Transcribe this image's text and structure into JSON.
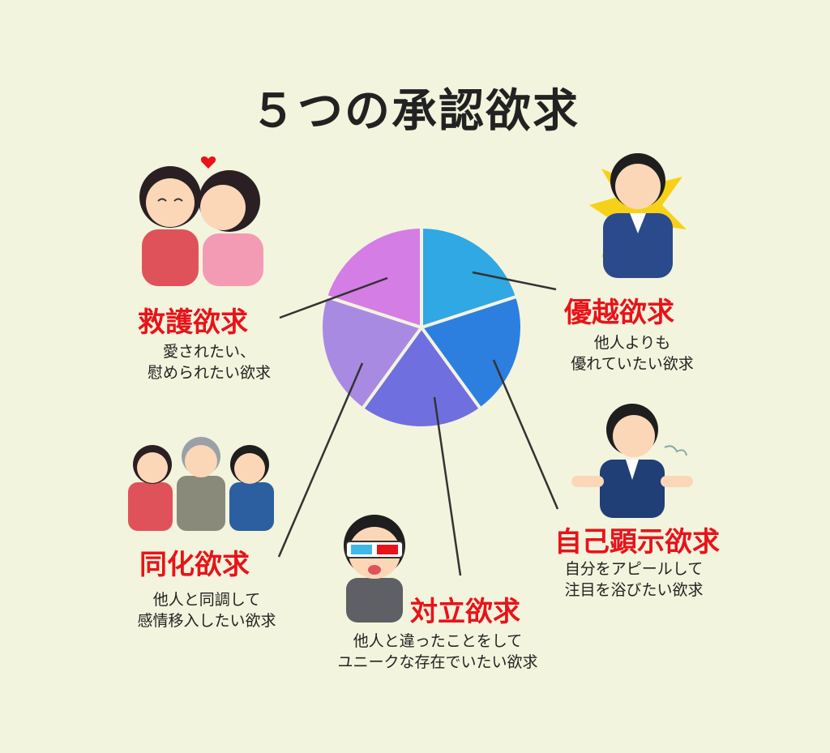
{
  "title": "５つの承認欲求",
  "items": [
    {
      "name": "救護欲求",
      "desc1": "愛されたい、",
      "desc2": "慰められたい欲求"
    },
    {
      "name": "優越欲求",
      "desc1": "他人よりも",
      "desc2": "優れていたい欲求"
    },
    {
      "name": "自己顕示欲求",
      "desc1": "自分をアピールして",
      "desc2": "注目を浴びたい欲求"
    },
    {
      "name": "対立欲求",
      "desc1": "他人と違ったことをして",
      "desc2": "ユニークな存在でいたい欲求"
    },
    {
      "name": "同化欲求",
      "desc1": "他人と同調して",
      "desc2": "感情移入したい欲求"
    }
  ],
  "pie": {
    "slices": [
      {
        "value": 1,
        "color": "#2fa8e3"
      },
      {
        "value": 1,
        "color": "#2d7fdf"
      },
      {
        "value": 1,
        "color": "#6f6fe0"
      },
      {
        "value": 1,
        "color": "#a98ae3"
      },
      {
        "value": 1,
        "color": "#d47ee5"
      }
    ]
  }
}
